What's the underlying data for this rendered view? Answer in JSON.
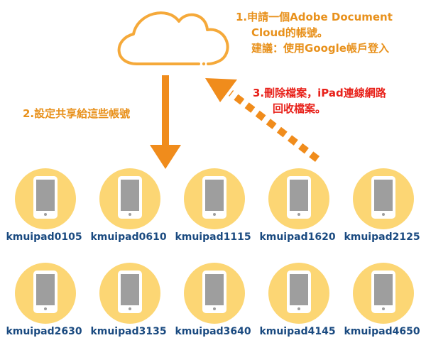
{
  "step1": {
    "line1": "1.申請一個Adobe Document",
    "line2": "Cloud的帳號。",
    "line3": "建議：使用Google帳戶登入"
  },
  "step2": {
    "text": "2.設定共享給這些帳號"
  },
  "step3": {
    "line1": "3.刪除檔案，iPad連線網路",
    "line2": "回收檔案。"
  },
  "devices": [
    "kmuipad0105",
    "kmuipad0610",
    "kmuipad1115",
    "kmuipad1620",
    "kmuipad2125",
    "kmuipad2630",
    "kmuipad3135",
    "kmuipad3640",
    "kmuipad4145",
    "kmuipad4650"
  ],
  "colors": {
    "orange": "#f08c1c",
    "red_text": "#e8211a",
    "circle": "#fcd674",
    "tablet_screen": "#9e9e9e",
    "label": "#1a4a80"
  },
  "icons": {
    "cloud": "cloud-icon",
    "tablet": "tablet-icon"
  }
}
